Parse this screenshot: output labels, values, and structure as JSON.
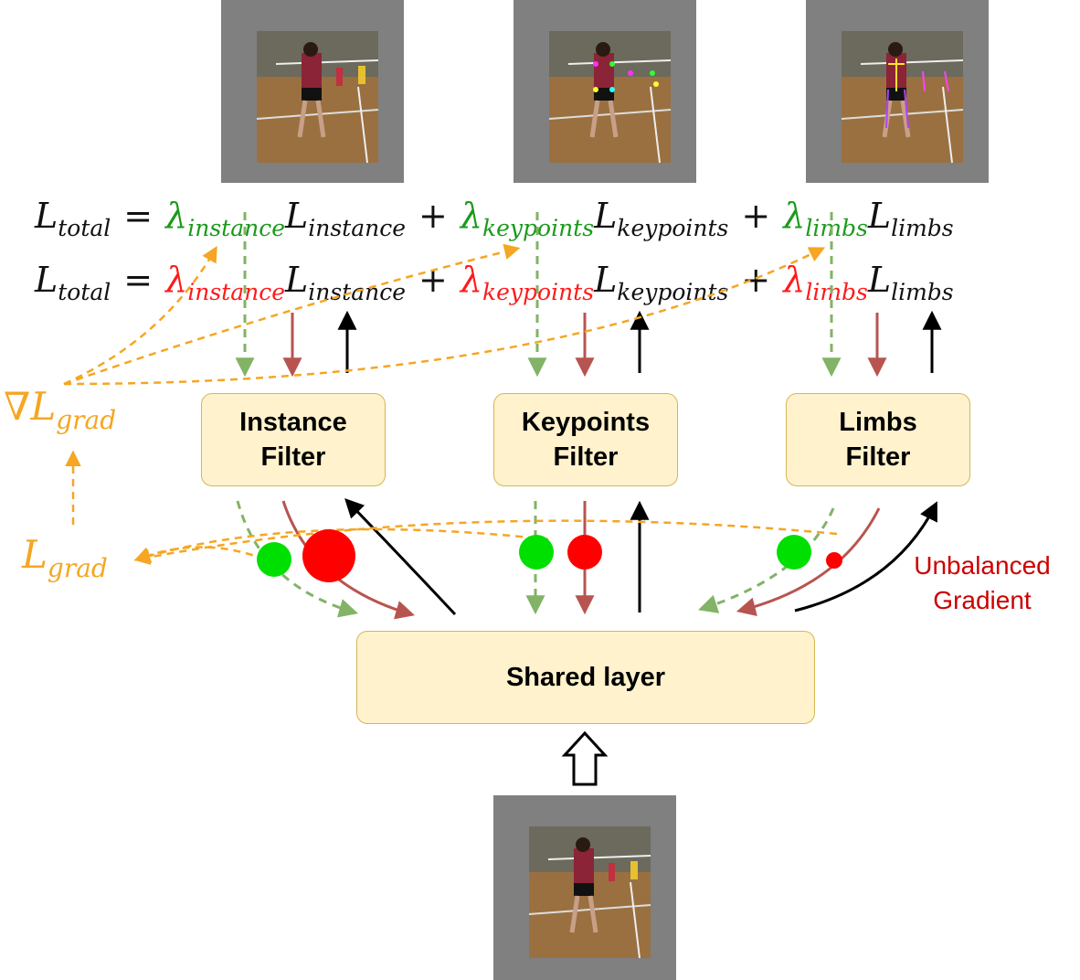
{
  "equations": {
    "row1": {
      "lhs": "L",
      "lhs_sub": "total",
      "terms": [
        {
          "lambda": "λ",
          "lambda_sub": "instance",
          "loss": "L",
          "loss_sub": "instance"
        },
        {
          "lambda": "λ",
          "lambda_sub": "keypoints",
          "loss": "L",
          "loss_sub": "keypoints"
        },
        {
          "lambda": "λ",
          "lambda_sub": "limbs",
          "loss": "L",
          "loss_sub": "limbs"
        }
      ]
    },
    "row2": {
      "lhs": "L",
      "lhs_sub": "total",
      "terms": [
        {
          "lambda": "λ",
          "lambda_sub": "instance",
          "loss": "L",
          "loss_sub": "instance"
        },
        {
          "lambda": "λ",
          "lambda_sub": "keypoints",
          "loss": "L",
          "loss_sub": "keypoints"
        },
        {
          "lambda": "λ",
          "lambda_sub": "limbs",
          "loss": "L",
          "loss_sub": "limbs"
        }
      ]
    },
    "eq_sign": "=",
    "plus": "+"
  },
  "filters": {
    "instance": {
      "line1": "Instance",
      "line2": "Filter"
    },
    "keypoints": {
      "line1": "Keypoints",
      "line2": "Filter"
    },
    "limbs": {
      "line1": "Limbs",
      "line2": "Filter"
    }
  },
  "shared_layer": "Shared layer",
  "grad_symbols": {
    "nabla": "∇",
    "nabla_L": "L",
    "nabla_sub": "grad",
    "L": "L",
    "L_sub": "grad"
  },
  "annotation": {
    "line1": "Unbalanced",
    "line2": "Gradient"
  },
  "colors": {
    "box_fill": "#fff2cc",
    "box_border": "#d6b656",
    "green": "#82b366",
    "red": "#b85450",
    "orange": "#f5a623",
    "annotation": "#cc0000"
  }
}
